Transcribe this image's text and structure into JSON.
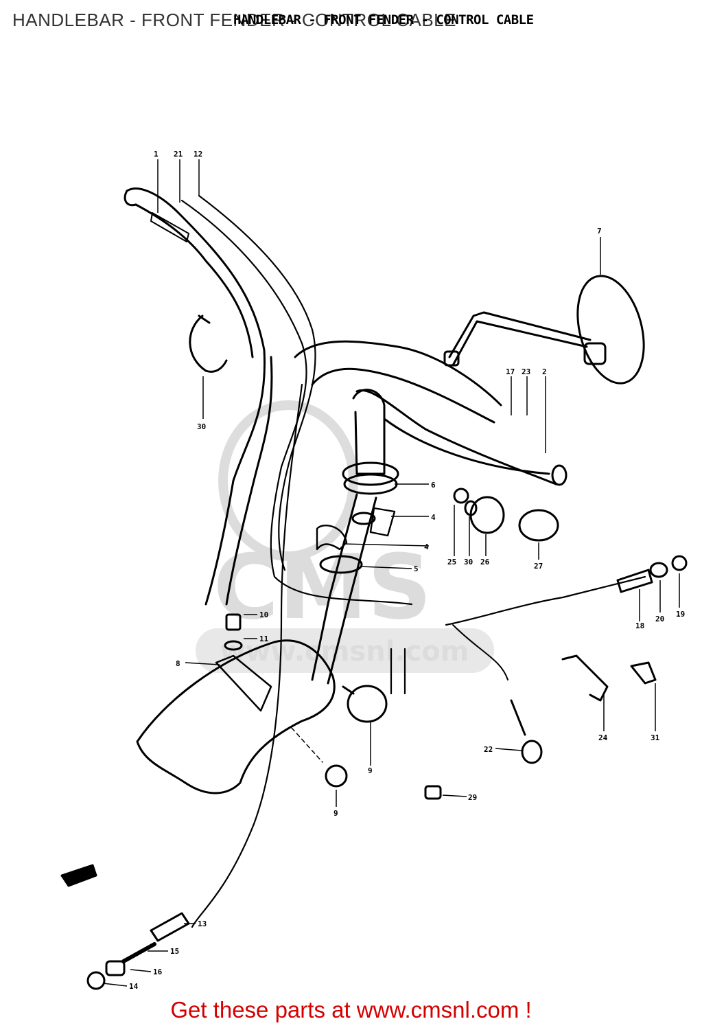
{
  "page": {
    "title": "HANDLEBAR - FRONT FENDER - CONTROL CABLE",
    "title_overlay": "HANDLEBAR - FRONT FENDER - CONTROL CABLE",
    "watermark_logo": "CMS",
    "watermark_url": "www.cmsnl.com",
    "footer": "Get these parts at www.cmsnl.com !",
    "colors": {
      "footer": "#d40000",
      "ink": "#000000",
      "title": "#333333",
      "watermark": "#d9d9d9"
    }
  },
  "labels": {
    "handlebar": "1",
    "cable_top_a": "21",
    "cable_top_b": "12",
    "mirror": "7",
    "bracket_left": "30",
    "cable_ends_a": "17",
    "cable_ends_b": "23",
    "bar_right": "2",
    "grip_nut": "6",
    "clamp_upper": "4",
    "clamp_lower": "4",
    "ring": "5",
    "cap_small": "25",
    "cap_washer": "30",
    "cap_large": "26",
    "cap_round": "27",
    "cable_end_a": "18",
    "cable_end_b": "20",
    "cable_end_c": "19",
    "bolt_top": "10",
    "bolt_washer": "11",
    "fender": "8",
    "knob": "9",
    "grommet": "9",
    "clip": "29",
    "bolt_small": "22",
    "lever_bracket": "24",
    "lever_clip": "31",
    "adjuster": "13",
    "spring": "15",
    "nut": "16",
    "cap_end": "14"
  }
}
